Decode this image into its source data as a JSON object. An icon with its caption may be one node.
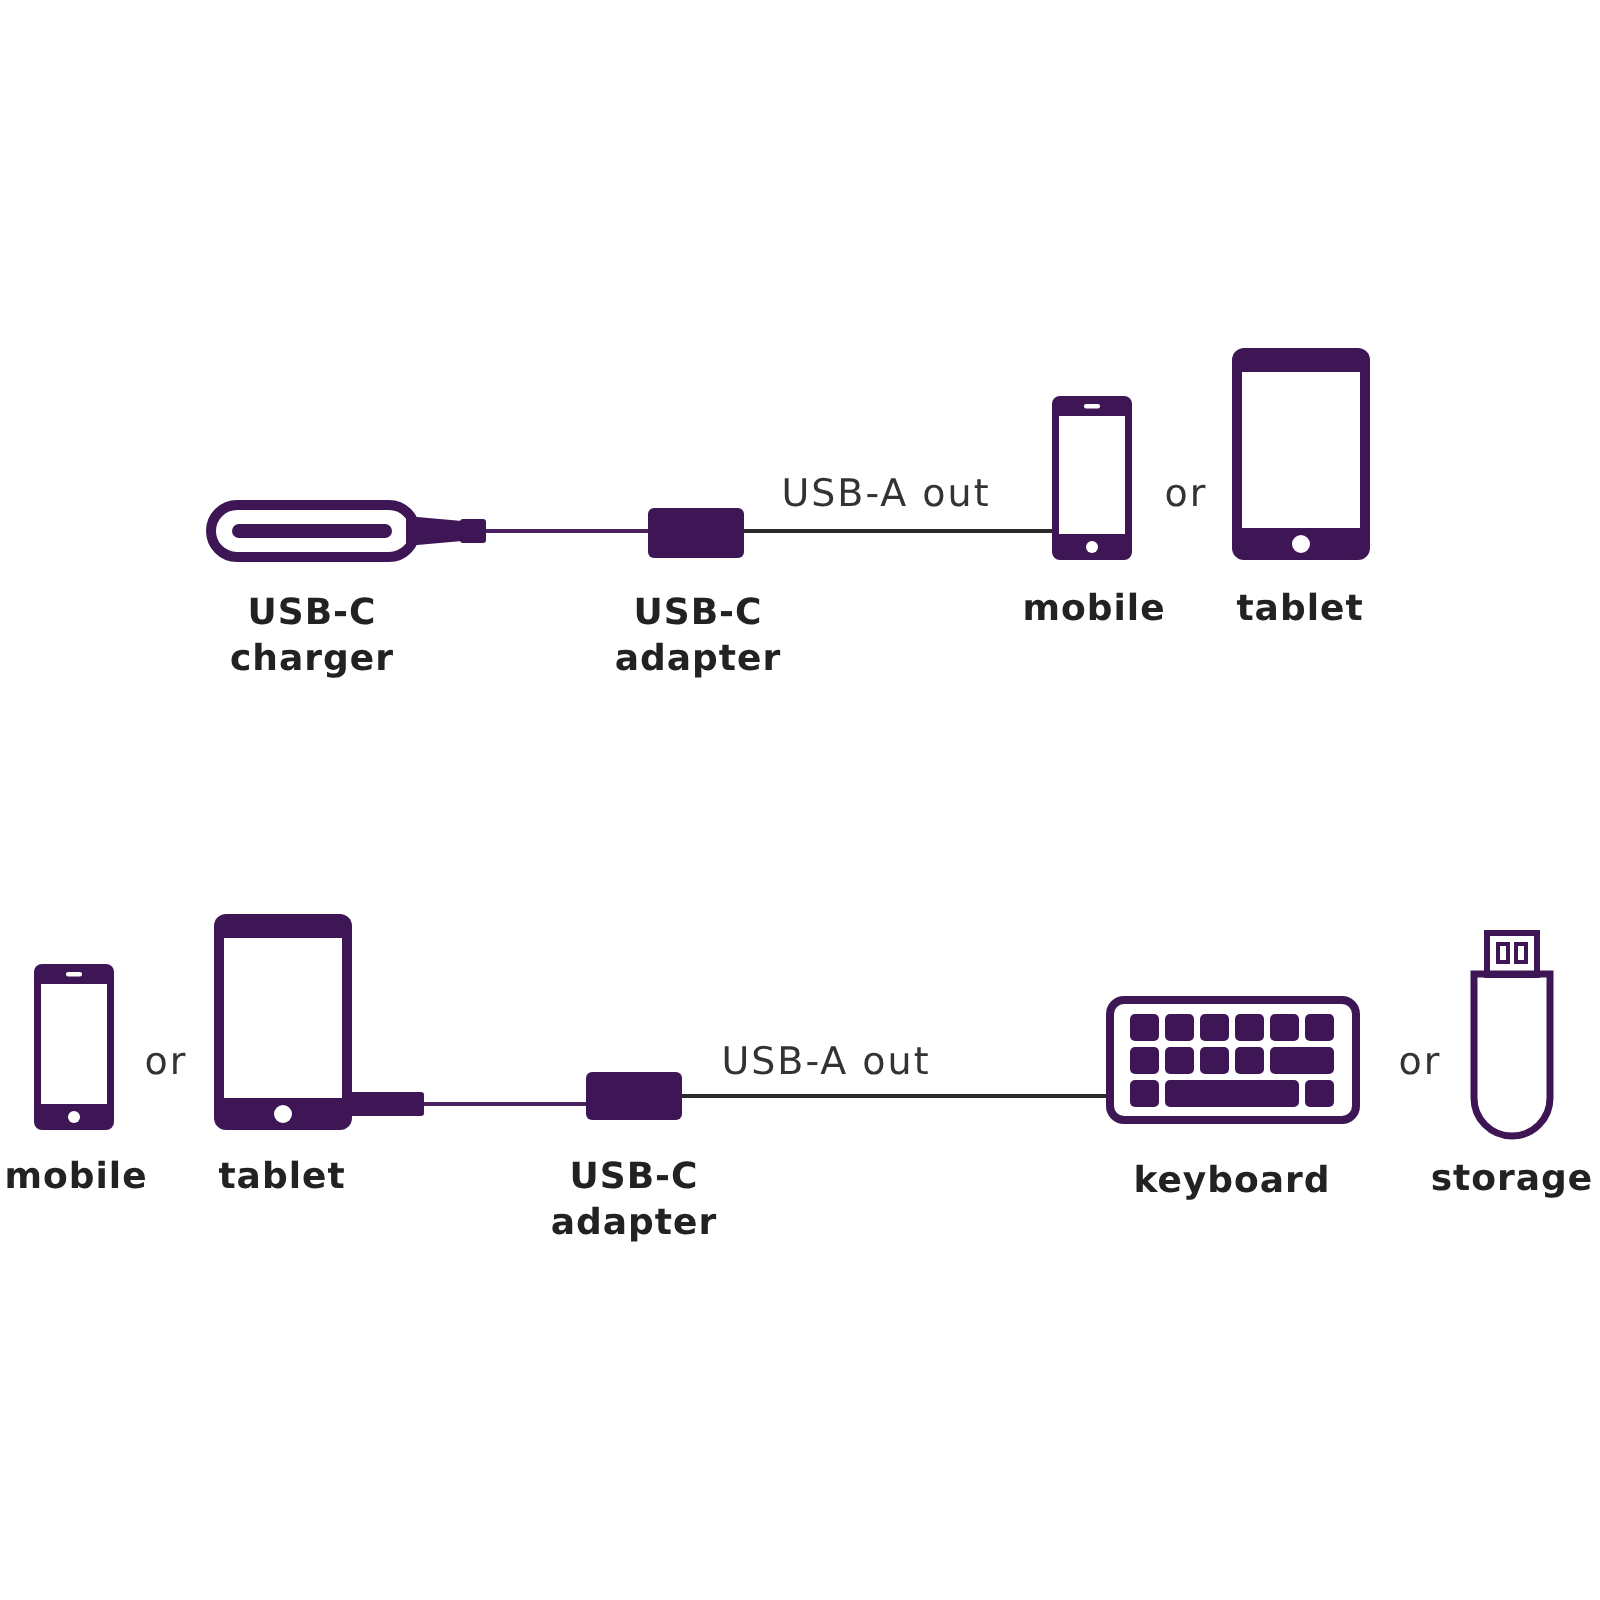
{
  "diagram": {
    "nodes": [
      {
        "text": [],
        "shape": "picture",
        "beside": [
          "USB-C charger"
        ]
      },
      {
        "text": [],
        "shape": "picture",
        "beside": [
          "USB-C adapter"
        ]
      },
      {
        "text": [],
        "shape": "picture",
        "beside": [
          "mobile"
        ]
      },
      {
        "text": [],
        "shape": "picture",
        "beside": [
          "tablet"
        ]
      },
      {
        "text": [],
        "shape": "picture",
        "beside": [
          "mobile"
        ]
      },
      {
        "text": [],
        "shape": "picture",
        "beside": [
          "tablet"
        ]
      },
      {
        "text": [],
        "shape": "picture",
        "beside": [
          "USB-C adapter"
        ]
      },
      {
        "text": [],
        "shape": "picture",
        "beside": [
          "keyboard"
        ]
      },
      {
        "text": [],
        "shape": "picture",
        "beside": [
          "storage"
        ]
      }
    ],
    "edges": [
      {
        "from": 0,
        "to": 1,
        "arrow": "none",
        "color": "#4a2160"
      },
      {
        "from": 1,
        "to": 2,
        "arrow": "none",
        "label": "USB-A out",
        "color": "#2b2b2b"
      },
      {
        "from": 5,
        "to": 6,
        "arrow": "none",
        "color": "#4a2160"
      },
      {
        "from": 6,
        "to": 7,
        "arrow": "none",
        "label": "USB-A out",
        "color": "#2b2b2b"
      }
    ],
    "labels": [
      "or",
      "or",
      "or"
    ]
  }
}
